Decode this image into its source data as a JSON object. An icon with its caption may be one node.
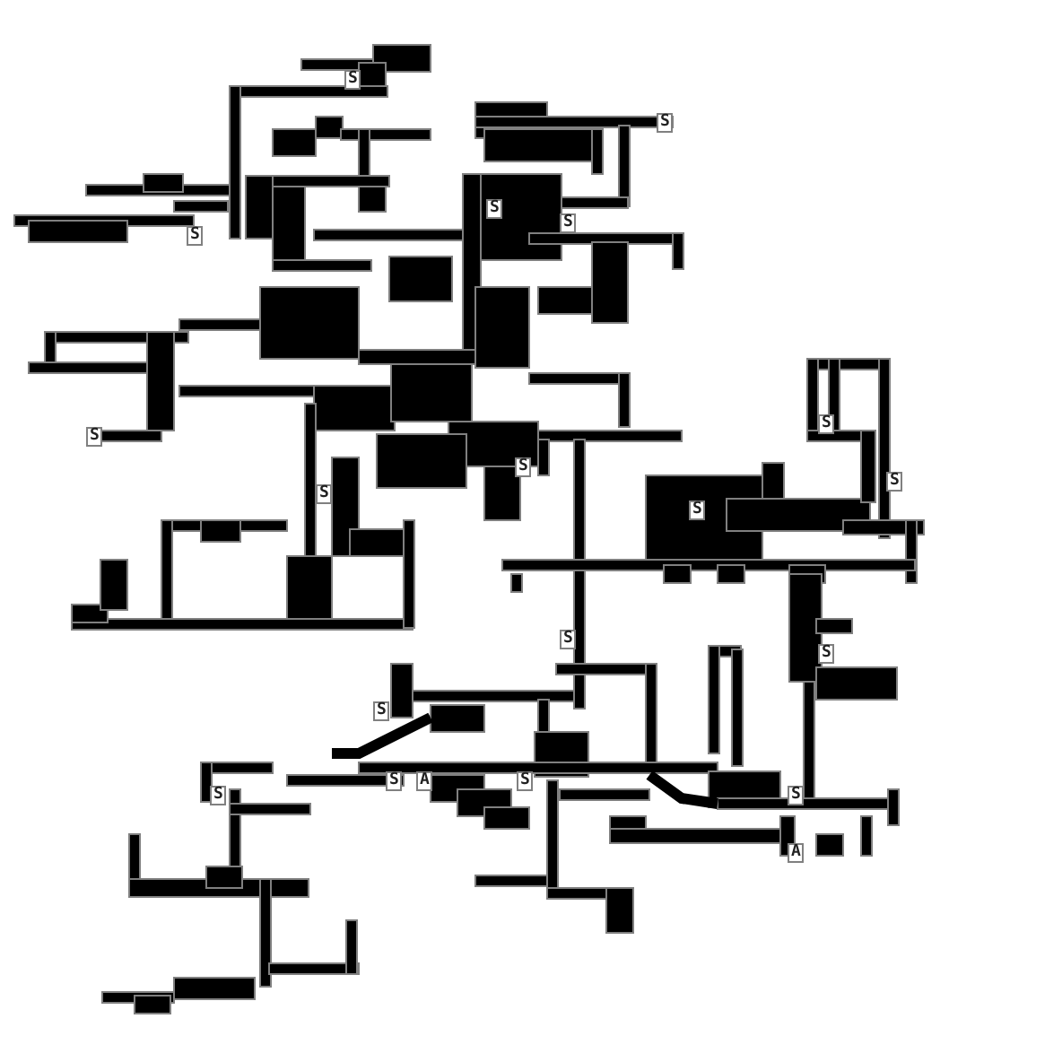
{
  "diagram": {
    "labels": [
      "S",
      "S",
      "S",
      "S",
      "S",
      "S",
      "S",
      "S",
      "S",
      "S",
      "S",
      "S",
      "S",
      "S",
      "S",
      "A",
      "S",
      "S",
      "S",
      "A"
    ]
  }
}
